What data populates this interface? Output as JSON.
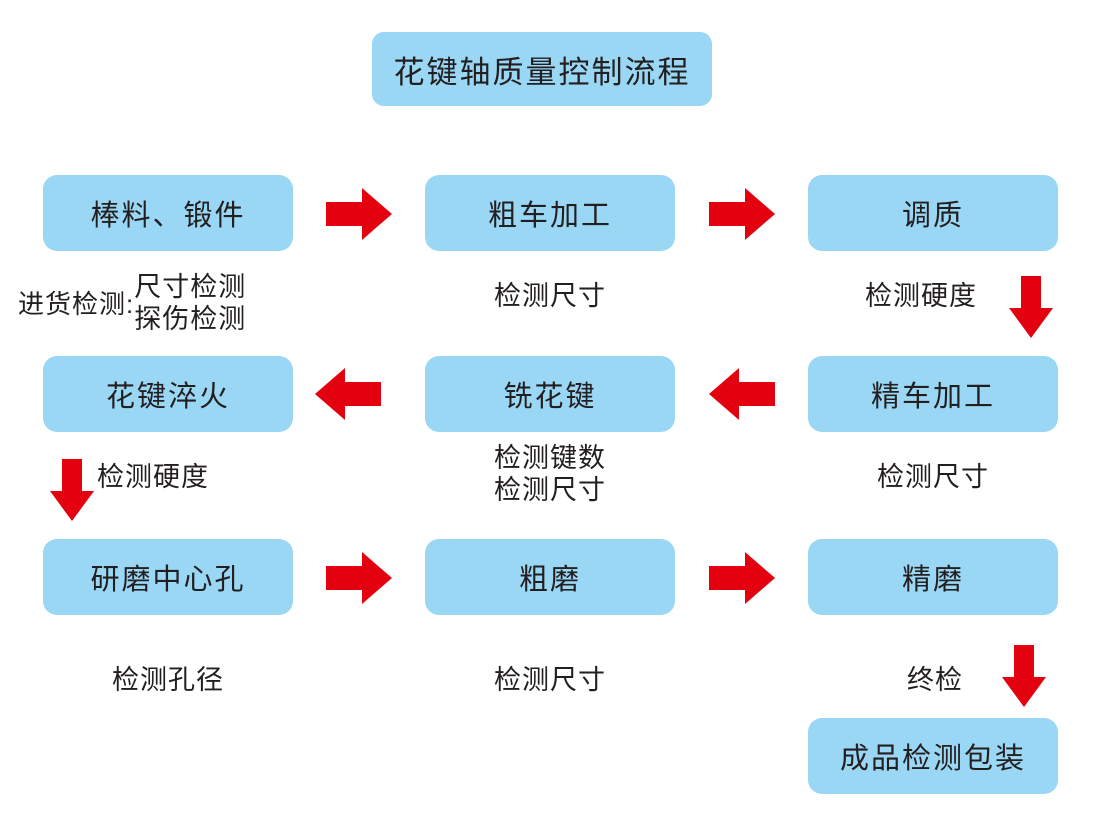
{
  "title": {
    "label": "花键轴质量控制流程"
  },
  "colors": {
    "box_fill": "#9ad7f5",
    "arrow_red": "#e3000f",
    "text": "#231f20",
    "background": "#ffffff"
  },
  "steps": [
    {
      "id": "raw-material",
      "label": "棒料、锻件",
      "row": 1,
      "col": 1
    },
    {
      "id": "rough-turning",
      "label": "粗车加工",
      "row": 1,
      "col": 2
    },
    {
      "id": "quench-temper",
      "label": "调质",
      "row": 1,
      "col": 3
    },
    {
      "id": "spline-quenching",
      "label": "花键淬火",
      "row": 2,
      "col": 1
    },
    {
      "id": "spline-milling",
      "label": "铣花键",
      "row": 2,
      "col": 2
    },
    {
      "id": "finish-turning",
      "label": "精车加工",
      "row": 2,
      "col": 3
    },
    {
      "id": "center-hole-grind",
      "label": "研磨中心孔",
      "row": 3,
      "col": 1
    },
    {
      "id": "rough-grinding",
      "label": "粗磨",
      "row": 3,
      "col": 2
    },
    {
      "id": "finish-grinding",
      "label": "精磨",
      "row": 3,
      "col": 3
    },
    {
      "id": "final-pack",
      "label": "成品检测包装",
      "row": 4,
      "col": 3
    }
  ],
  "captions": {
    "incoming_lead": "进货检测:",
    "incoming_line1": "尺寸检测",
    "incoming_line2": "探伤检测",
    "rough_turning_check": "检测尺寸",
    "quench_temper_check": "检测硬度",
    "spline_quench_check": "检测硬度",
    "milling_line1": "检测键数",
    "milling_line2": "检测尺寸",
    "finish_turning_check": "检测尺寸",
    "center_hole_check": "检测孔径",
    "rough_grinding_check": "检测尺寸",
    "final_inspection": "终检"
  },
  "arrows": [
    {
      "id": "arrow-raw-to-rough",
      "direction": "right",
      "icon": "arrow-right-icon"
    },
    {
      "id": "arrow-rough-to-quench",
      "direction": "right",
      "icon": "arrow-right-icon"
    },
    {
      "id": "arrow-quench-down",
      "direction": "down",
      "icon": "arrow-down-icon"
    },
    {
      "id": "arrow-finish-to-milling",
      "direction": "left",
      "icon": "arrow-left-icon"
    },
    {
      "id": "arrow-milling-to-spline",
      "direction": "left",
      "icon": "arrow-left-icon"
    },
    {
      "id": "arrow-spline-down",
      "direction": "down",
      "icon": "arrow-down-icon"
    },
    {
      "id": "arrow-center-to-rough",
      "direction": "right",
      "icon": "arrow-right-icon"
    },
    {
      "id": "arrow-rough-to-finish",
      "direction": "right",
      "icon": "arrow-right-icon"
    },
    {
      "id": "arrow-finish-to-pack",
      "direction": "down",
      "icon": "arrow-down-icon"
    }
  ]
}
